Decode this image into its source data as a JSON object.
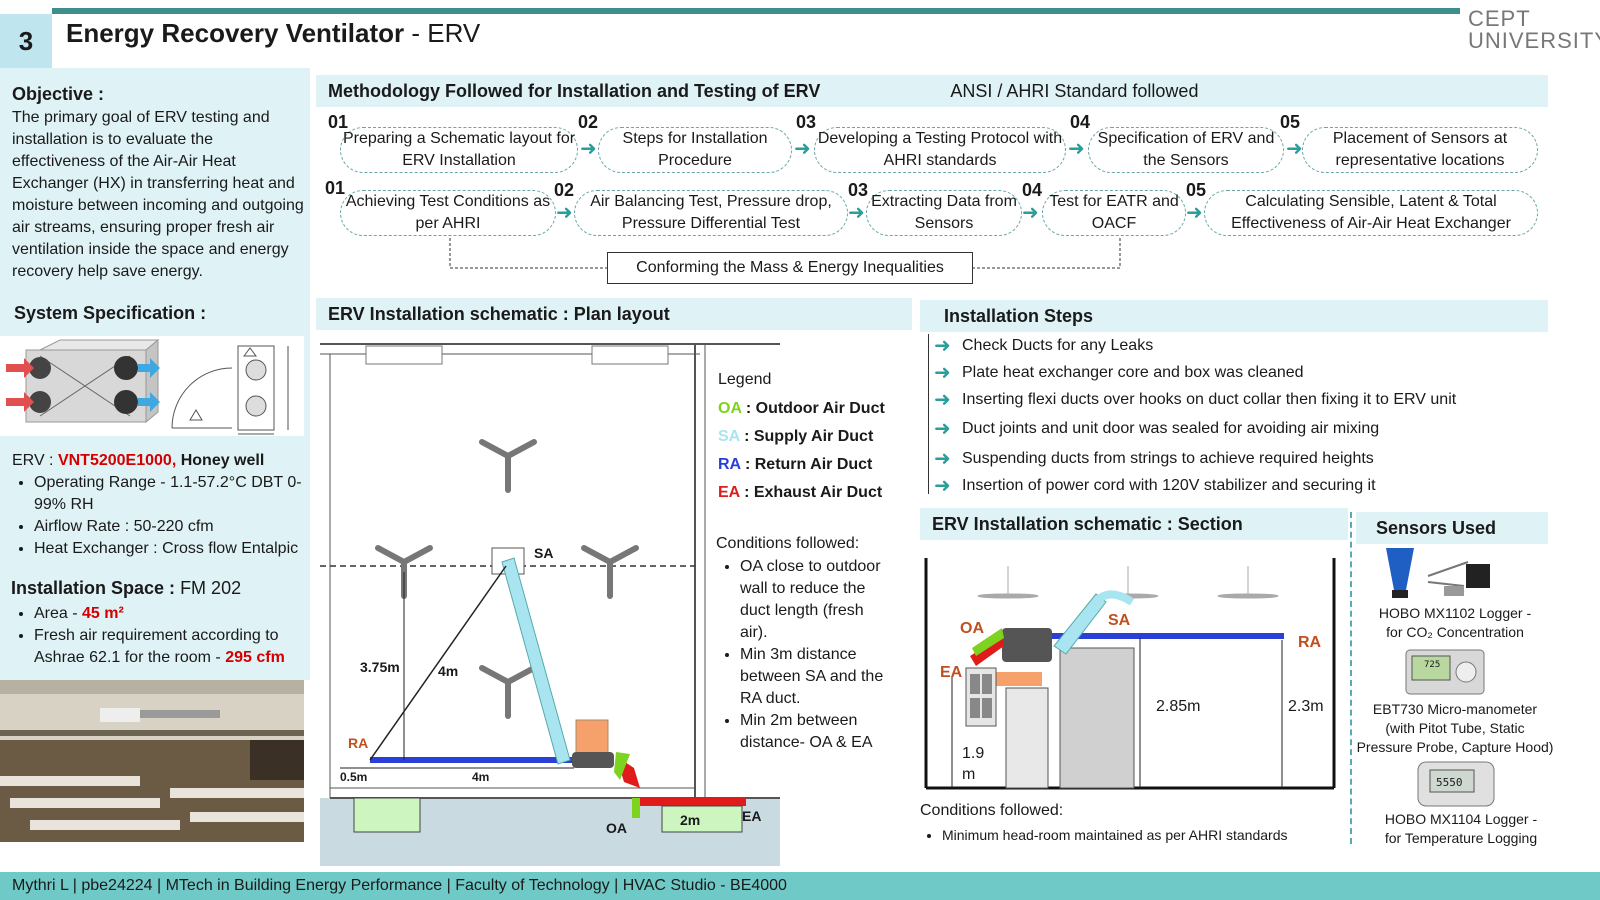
{
  "header": {
    "number": "3",
    "title_bold": "Energy Recovery Ventilator",
    "title_rest": " - ERV",
    "logo_line1": "CEPT",
    "logo_line2": "UNIVERSITY"
  },
  "objective": {
    "title": "Objective :",
    "text": "The primary goal of ERV testing and installation is to evaluate the effectiveness of the Air-Air Heat Exchanger (HX) in transferring heat and moisture between incoming and outgoing air streams, ensuring proper fresh air ventilation inside the space and energy recovery help save energy."
  },
  "system_spec": {
    "title": "System Specification :",
    "erv_label": "ERV : ",
    "erv_model": "VNT5200E1000,",
    "erv_brand": " Honey well",
    "items": [
      "Operating Range - 1.1-57.2°C DBT 0-99% RH",
      "Airflow Rate : 50-220 cfm",
      "Heat Exchanger : Cross flow Entalpic"
    ]
  },
  "install_space": {
    "title": "Installation  Space :",
    "room": "FM 202",
    "area_label": "Area - ",
    "area_value": "45 m²",
    "fresh_label": "Fresh air requirement according to Ashrae 62.1 for the room - ",
    "fresh_value": "295 cfm"
  },
  "methodology": {
    "title": "Methodology  Followed  for Installation  and  Testing  of ERV",
    "standard": "ANSI / AHRI Standard followed",
    "row1": [
      {
        "num": "01",
        "text": "Preparing a Schematic layout for ERV Installation"
      },
      {
        "num": "02",
        "text": "Steps for Installation Procedure"
      },
      {
        "num": "03",
        "text": "Developing a Testing Protocol with AHRI standards"
      },
      {
        "num": "04",
        "text": "Specification of ERV and the Sensors"
      },
      {
        "num": "05",
        "text": "Placement of Sensors at representative locations"
      }
    ],
    "row2": [
      {
        "num": "01",
        "text": "Achieving Test Conditions as per AHRI"
      },
      {
        "num": "02",
        "text": "Air Balancing Test, Pressure drop, Pressure Differential Test"
      },
      {
        "num": "03",
        "text": "Extracting Data from Sensors"
      },
      {
        "num": "04",
        "text": "Test for EATR and OACF"
      },
      {
        "num": "05",
        "text": "Calculating Sensible, Latent & Total Effectiveness of Air-Air Heat Exchanger"
      }
    ],
    "conforming": "Conforming the Mass & Energy Inequalities"
  },
  "plan": {
    "title": "ERV Installation  schematic : Plan layout",
    "legend_title": "Legend",
    "legend": [
      {
        "code": "OA",
        "text": " : Outdoor Air Duct",
        "color": "#7ed321"
      },
      {
        "code": "SA",
        "text": " : Supply Air Duct",
        "color": "#a9e5f0"
      },
      {
        "code": "RA",
        "text": " : Return Air Duct",
        "color": "#2a3fd6"
      },
      {
        "code": "EA",
        "text": " : Exhaust Air Duct",
        "color": "#e01b1b"
      }
    ],
    "conditions_title": "Conditions followed:",
    "conditions": [
      "OA close to outdoor wall to reduce the duct length (fresh air).",
      "Min 3m distance between SA and the RA duct.",
      "Min 2m between distance- OA & EA"
    ],
    "labels": {
      "sa": "SA",
      "ra": "RA",
      "oa": "OA",
      "ea": "EA",
      "d375": "3.75m",
      "d4m_diag": "4m",
      "d05": "0.5m",
      "d4m": "4m",
      "d2m": "2m"
    }
  },
  "install_steps": {
    "title": "Installation  Steps",
    "items": [
      "Check Ducts for any Leaks",
      "Plate heat exchanger core and box was cleaned",
      "Inserting flexi ducts over hooks on duct collar then fixing it to ERV unit",
      "Duct joints and unit door was sealed for avoiding air mixing",
      "Suspending ducts from strings to achieve required heights",
      "Insertion of power cord with 120V stabilizer  and securing it"
    ]
  },
  "section": {
    "title": "ERV Installation  schematic  :  Section",
    "labels": {
      "oa": "OA",
      "ea": "EA",
      "sa": "SA",
      "ra": "RA",
      "h285": "2.85m",
      "h23": "2.3m",
      "h19a": "1.9",
      "h19b": "m"
    },
    "conditions_title": "Conditions followed:",
    "conditions": [
      "Minimum  head-room  maintained  as per AHRI standards"
    ]
  },
  "sensors": {
    "title": "Sensors Used",
    "items": [
      {
        "line1": "HOBO MX1102 Logger -",
        "line2": "for CO₂  Concentration",
        "line3": ""
      },
      {
        "line1": "EBT730 Micro-manometer",
        "line2": "(with Pitot Tube, Static",
        "line3": "Pressure Probe, Capture Hood)"
      },
      {
        "line1": "HOBO MX1104 Logger -",
        "line2": "for Temperature Logging",
        "line3": ""
      }
    ],
    "display1": "725",
    "display2": "5550"
  },
  "footer": {
    "text": "Mythri L  |  pbe24224  |  MTech in Building Energy Performance  |  Faculty of Technology | HVAC Studio - BE4000"
  },
  "colors": {
    "accent": "#3d8f8e",
    "panel": "#dff2f6",
    "footer": "#6ec9c7",
    "oa": "#7ed321",
    "sa": "#a9e5f0",
    "ra": "#2a3fd6",
    "ea": "#e01b1b"
  }
}
